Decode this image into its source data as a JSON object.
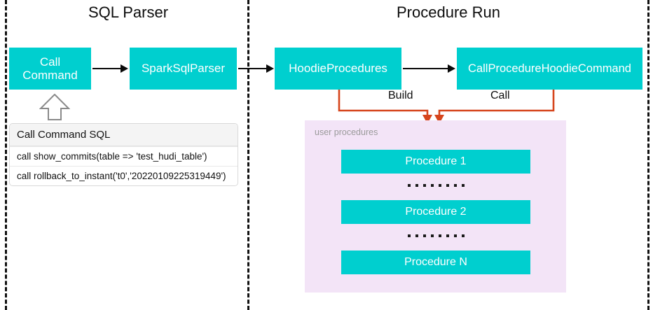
{
  "sections": [
    {
      "id": "sql-parser",
      "title": "SQL Parser"
    },
    {
      "id": "procedure-run",
      "title": "Procedure Run"
    }
  ],
  "nodes": {
    "call_command": "Call\nCommand",
    "call_command_line1": "Call",
    "call_command_line2": "Command",
    "spark_sql_parser": "SparkSqlParser",
    "hoodie_procedures": "HoodieProcedures",
    "call_procedure_hoodie_command": "CallProcedureHoodieCommand"
  },
  "sql_table": {
    "header": "Call Command SQL",
    "rows": [
      "call show_commits(table => 'test_hudi_table')",
      "call rollback_to_instant('t0','20220109225319449')"
    ]
  },
  "connectors": {
    "build_label": "Build",
    "call_label": "Call"
  },
  "procedures_panel": {
    "caption": "user procedures",
    "items": [
      {
        "type": "box",
        "label": "Procedure 1"
      },
      {
        "type": "dots",
        "label": ""
      },
      {
        "type": "box",
        "label": "Procedure 2"
      },
      {
        "type": "dots",
        "label": ""
      },
      {
        "type": "box",
        "label": "Procedure N"
      }
    ]
  },
  "colors": {
    "node_fill": "#00cfcf",
    "node_text": "#ffffff",
    "panel_fill": "#f3e4f7",
    "connector_orange": "#d6451c",
    "arrow_black": "#0a0a0a",
    "divider_dash": "#111111",
    "caption_gray": "#9a9a9a",
    "table_header_fill": "#f4f4f4"
  }
}
